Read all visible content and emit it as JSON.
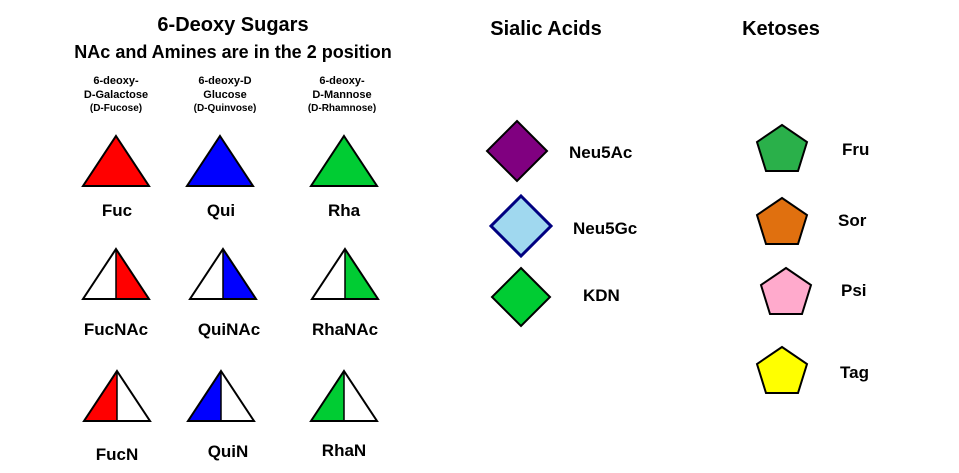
{
  "sections": {
    "deoxy": {
      "title": "6-Deoxy Sugars",
      "subtitle": "NAc and Amines are in the 2 position",
      "columns": [
        {
          "line1": "6-deoxy-",
          "line2": "D-Galactose",
          "line3": "(D-Fucose)"
        },
        {
          "line1": "6-deoxy-D",
          "line2": "Glucose",
          "line3": "(D-Quinvose)"
        },
        {
          "line1": "6-deoxy-",
          "line2": "D-Mannose",
          "line3": "(D-Rhamnose)"
        }
      ],
      "rows": [
        [
          "Fuc",
          "Qui",
          "Rha"
        ],
        [
          "FucNAc",
          "QuiNAc",
          "RhaNAc"
        ],
        [
          "FucN",
          "QuiN",
          "RhaN"
        ]
      ]
    },
    "sialic": {
      "title": "Sialic Acids",
      "items": [
        "Neu5Ac",
        "Neu5Gc",
        "KDN"
      ]
    },
    "ketoses": {
      "title": "Ketoses",
      "items": [
        "Fru",
        "Sor",
        "Psi",
        "Tag"
      ]
    }
  },
  "colors": {
    "fuc": "#ff0000",
    "qui": "#0000ff",
    "rha": "#00cc33",
    "neu5ac": "#800080",
    "neu5gc": "#a0d8ef",
    "neu5gc_stroke": "#000080",
    "kdn": "#00cc33",
    "fru": "#2ab04a",
    "sor": "#e0700f",
    "psi": "#ffaacc",
    "tag": "#ffff00"
  }
}
